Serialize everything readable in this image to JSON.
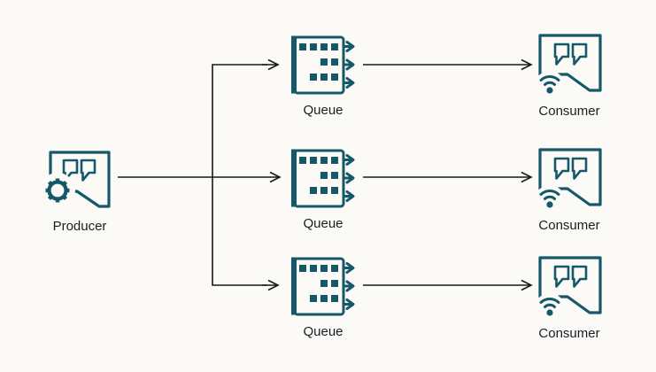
{
  "diagram": {
    "title": "producer-queue-consumer fan-out diagram",
    "colors": {
      "background": "#fbfaf7",
      "icon_teal": "#15586a",
      "arrow_line": "#191919",
      "label_text": "#1c1c24"
    },
    "producer": {
      "label": "Producer",
      "icon": "message-bubble-gear-icon"
    },
    "queues": [
      {
        "label": "Queue",
        "icon": "queue-icon"
      },
      {
        "label": "Queue",
        "icon": "queue-icon"
      },
      {
        "label": "Queue",
        "icon": "queue-icon"
      }
    ],
    "consumers": [
      {
        "label": "Consumer",
        "icon": "message-bubble-wifi-icon"
      },
      {
        "label": "Consumer",
        "icon": "message-bubble-wifi-icon"
      },
      {
        "label": "Consumer",
        "icon": "message-bubble-wifi-icon"
      }
    ]
  }
}
